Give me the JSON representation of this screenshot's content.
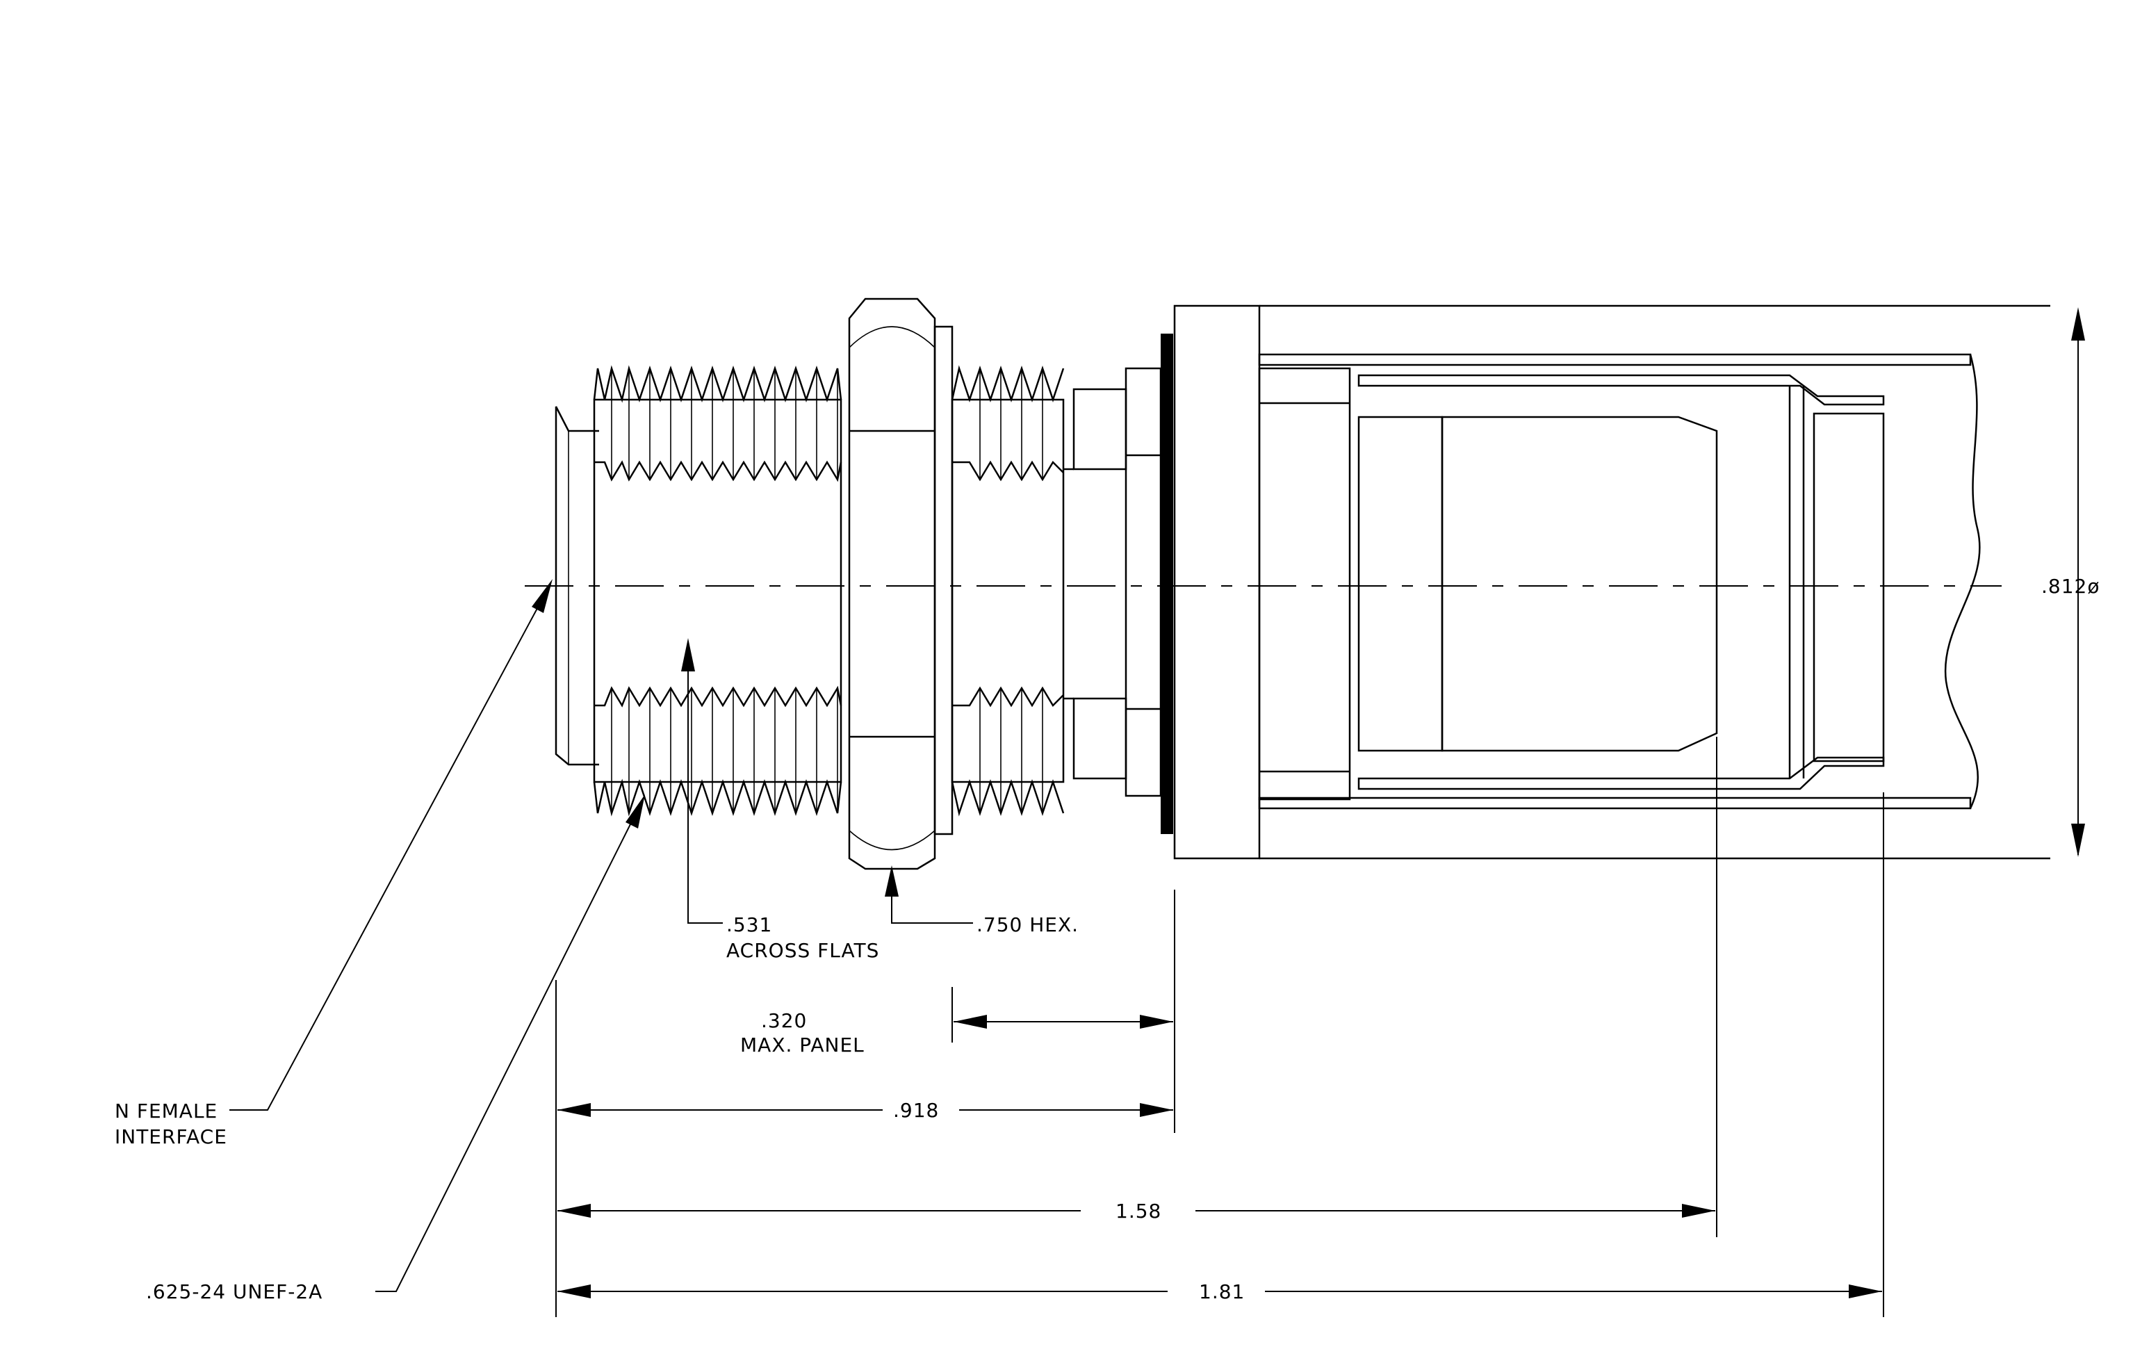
{
  "drawing": {
    "type": "mechanical-drawing",
    "subject": "N female bulkhead connector",
    "labels": {
      "n_female_line1": "N FEMALE",
      "n_female_line2": "INTERFACE",
      "thread": ".625-24 UNEF-2A",
      "across_flats_value": ".531",
      "across_flats_text": "ACROSS FLATS",
      "hex": ".750 HEX.",
      "panel_value": ".320",
      "panel_text": "MAX. PANEL",
      "dim_918": ".918",
      "dim_158": "1.58",
      "dim_181": "1.81",
      "dim_812": ".812ø"
    }
  }
}
